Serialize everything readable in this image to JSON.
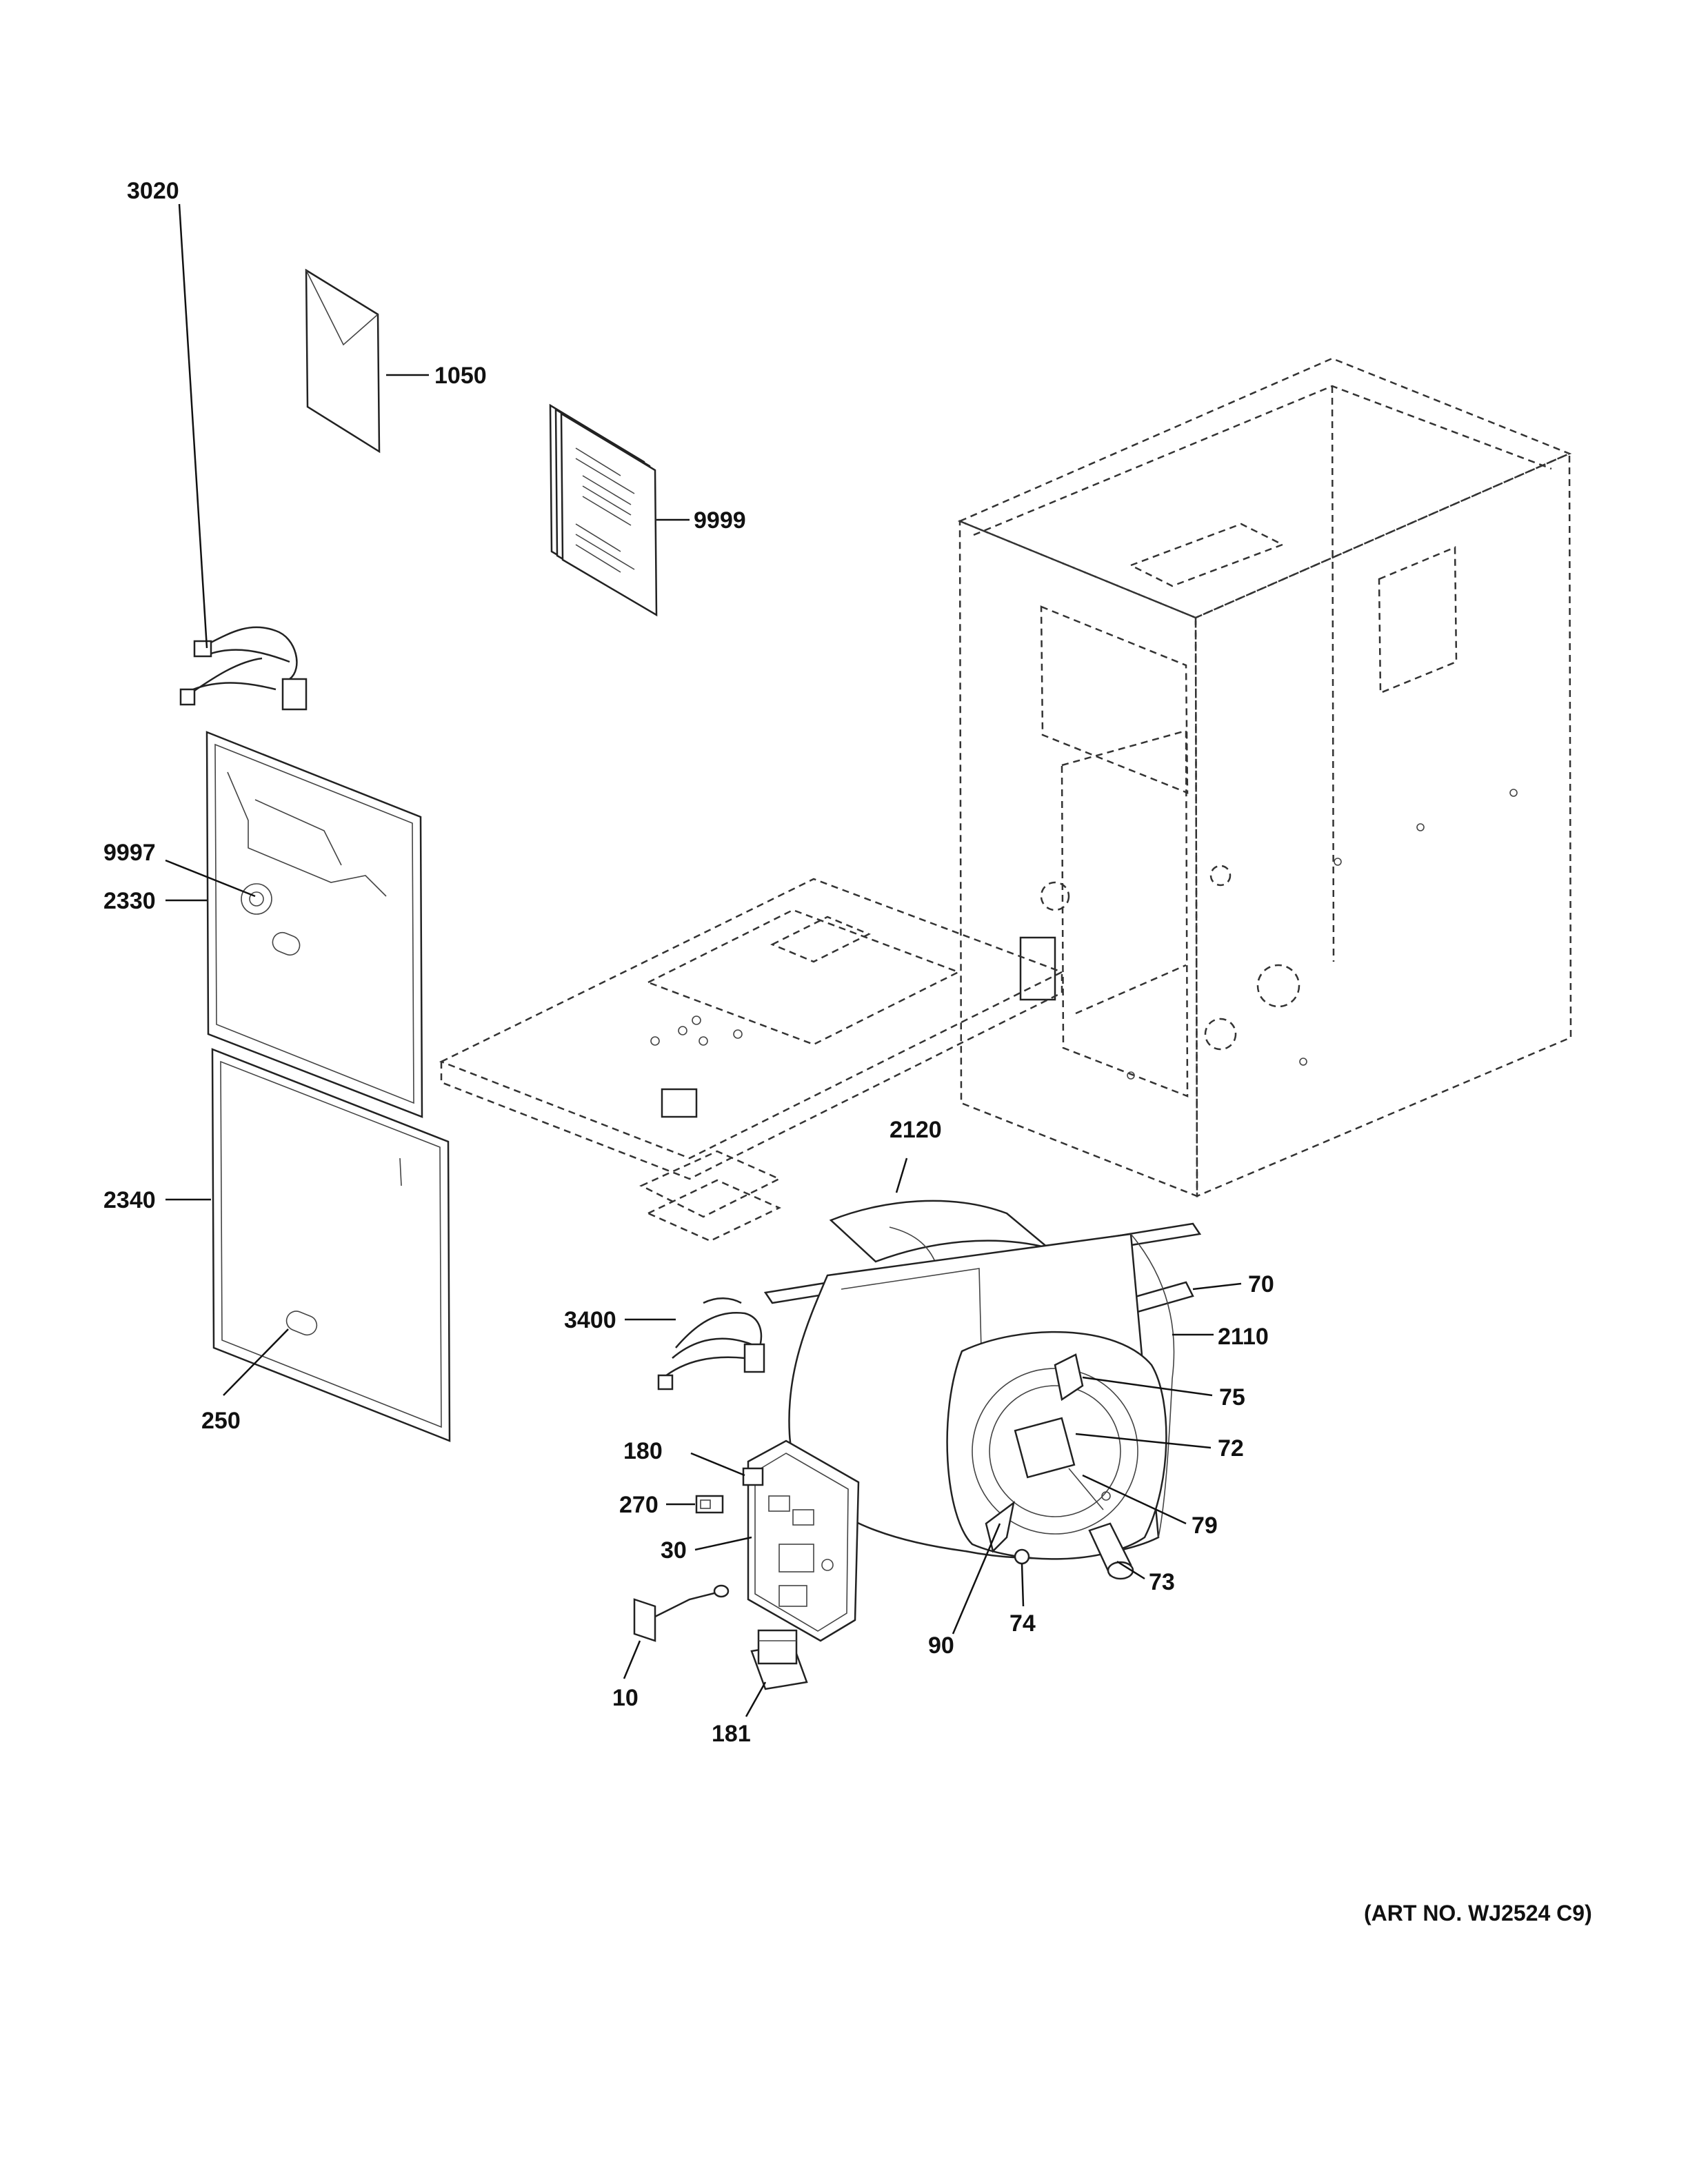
{
  "callouts": [
    {
      "id": "1050",
      "label": "1050"
    },
    {
      "id": "9999",
      "label": "9999"
    },
    {
      "id": "3020",
      "label": "3020"
    },
    {
      "id": "9997",
      "label": "9997"
    },
    {
      "id": "2330",
      "label": "2330"
    },
    {
      "id": "2340",
      "label": "2340"
    },
    {
      "id": "250",
      "label": "250"
    },
    {
      "id": "2120",
      "label": "2120"
    },
    {
      "id": "70",
      "label": "70"
    },
    {
      "id": "2110",
      "label": "2110"
    },
    {
      "id": "3400",
      "label": "3400"
    },
    {
      "id": "75",
      "label": "75"
    },
    {
      "id": "72",
      "label": "72"
    },
    {
      "id": "79",
      "label": "79"
    },
    {
      "id": "73",
      "label": "73"
    },
    {
      "id": "74",
      "label": "74"
    },
    {
      "id": "90",
      "label": "90"
    },
    {
      "id": "180",
      "label": "180"
    },
    {
      "id": "270",
      "label": "270"
    },
    {
      "id": "30",
      "label": "30"
    },
    {
      "id": "10",
      "label": "10"
    },
    {
      "id": "181",
      "label": "181"
    }
  ],
  "art_number": "(ART NO. WJ2524 C9)"
}
